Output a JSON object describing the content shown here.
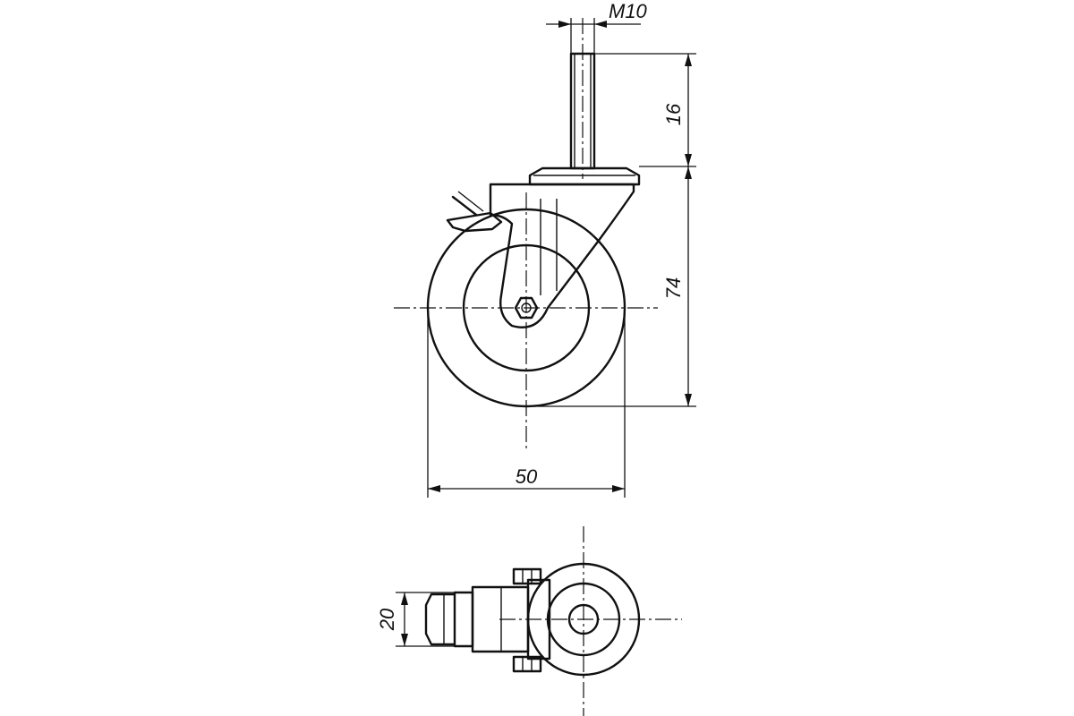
{
  "dimensions": {
    "thread": "M10",
    "stem_length": "16",
    "height": "74",
    "wheel_diameter": "50",
    "wheel_width": "20"
  }
}
